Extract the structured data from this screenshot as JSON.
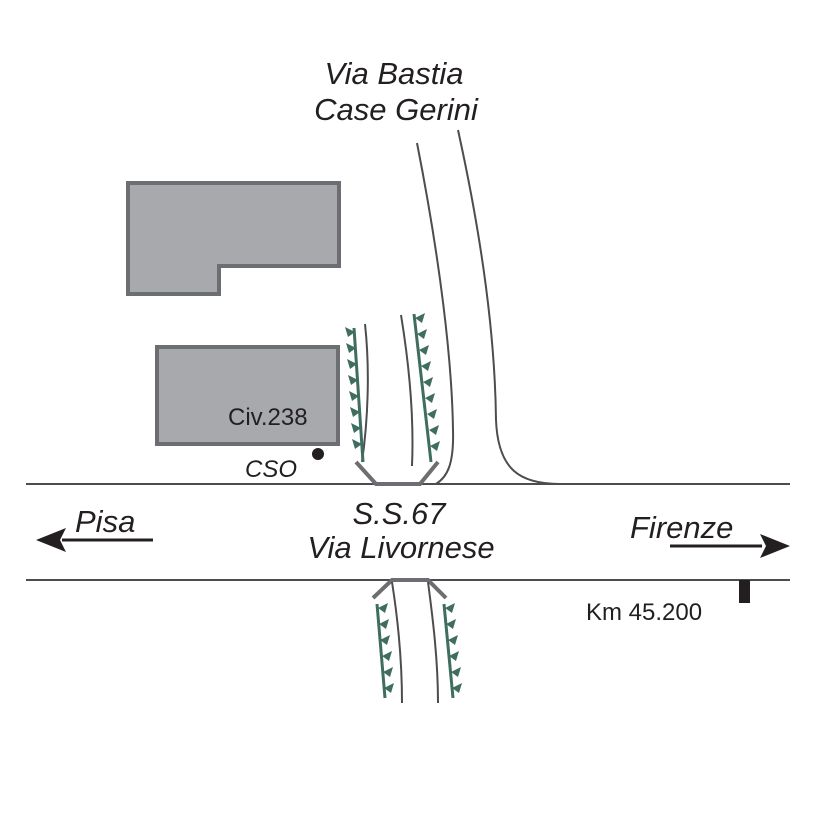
{
  "map": {
    "labels": {
      "north_road_line1": "Via Bastia",
      "north_road_line2": "Case Gerini",
      "main_road_number": "S.S.67",
      "main_road_name": "Via Livornese",
      "west_direction": "Pisa",
      "east_direction": "Firenze",
      "civic_number": "Civ.238",
      "site_marker": "CSO",
      "km_marker": "Km 45.200"
    },
    "colors": {
      "building_fill": "#a7a9ac",
      "building_outline": "#6d6e71",
      "road_line": "#4d4d4f",
      "vegetation": "#3f6d5f",
      "text": "#231f20"
    },
    "icons": {
      "west_arrow": "arrow-left-icon",
      "east_arrow": "arrow-right-icon",
      "site_marker": "filled-circle-icon",
      "km_marker": "km-post-icon"
    }
  }
}
